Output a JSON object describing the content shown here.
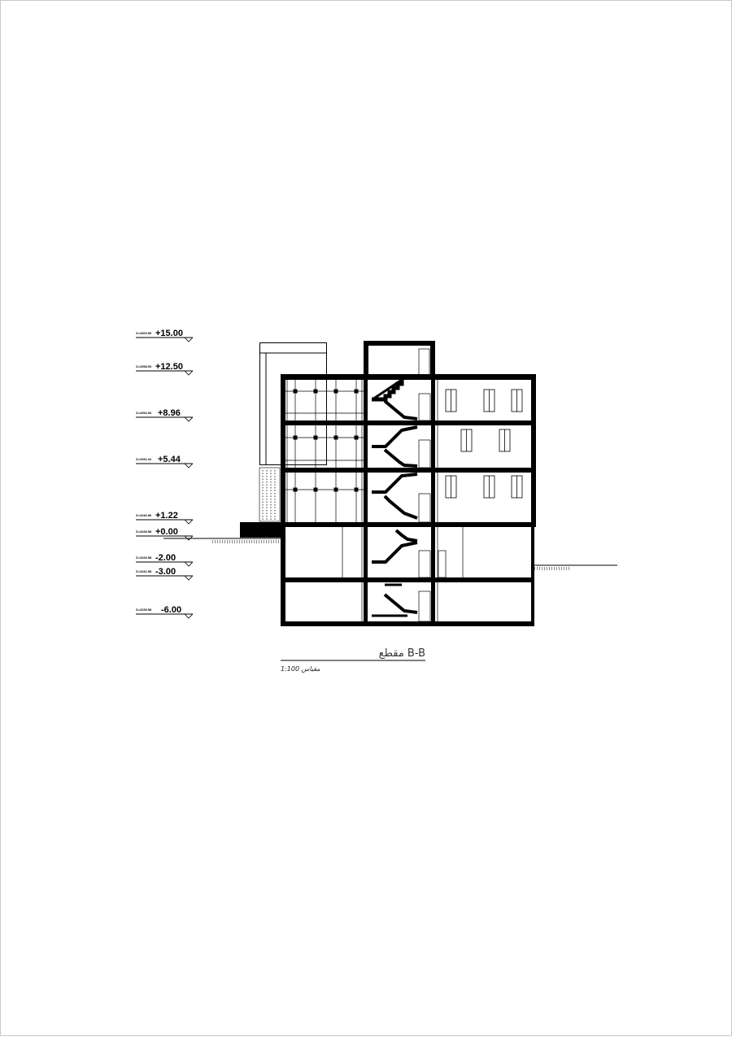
{
  "section": {
    "title": "مقطع B-B",
    "scale": "1:100 مقیاس"
  },
  "levels": [
    {
      "value": "+15.00",
      "abs": "Z=1060.50"
    },
    {
      "value": "+12.50",
      "abs": "Z=1058.00"
    },
    {
      "value": "+8.96",
      "abs": "Z=1054.54"
    },
    {
      "value": "+5.44",
      "abs": "Z=1051.02"
    },
    {
      "value": "+1.22",
      "abs": "Z=1046.80"
    },
    {
      "value": "+0.00",
      "abs": "Z=1045.58"
    },
    {
      "value": "-2.00",
      "abs": "Z=1043.58"
    },
    {
      "value": "-3.00",
      "abs": "Z=1042.58"
    },
    {
      "value": "-6.00",
      "abs": "Z=1039.58"
    }
  ]
}
